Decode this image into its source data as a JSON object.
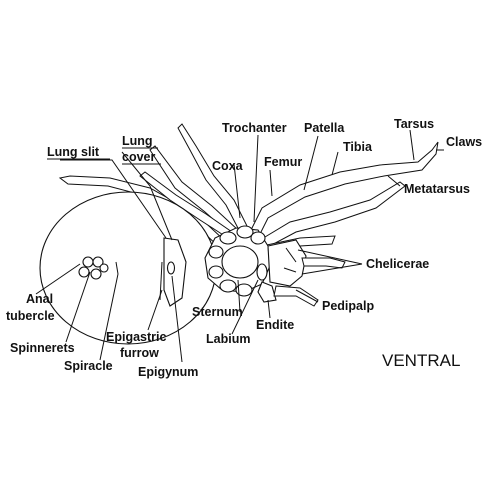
{
  "diagram": {
    "view_label": "VENTRAL",
    "labels": {
      "lung_slit": "Lung slit",
      "lung_cover_1": "Lung",
      "lung_cover_2": "cover",
      "trochanter": "Trochanter",
      "patella": "Patella",
      "tarsus": "Tarsus",
      "claws": "Claws",
      "tibia": "Tibia",
      "coxa": "Coxa",
      "femur": "Femur",
      "metatarsus": "Metatarsus",
      "chelicerae": "Chelicerae",
      "pedipalp": "Pedipalp",
      "endite": "Endite",
      "sternum": "Sternum",
      "labium": "Labium",
      "anal_tubercle_1": "Anal",
      "anal_tubercle_2": "tubercle",
      "spinnerets": "Spinnerets",
      "spiracle": "Spiracle",
      "epigastric_furrow_1": "Epigastric",
      "epigastric_furrow_2": "furrow",
      "epigynum": "Epigynum"
    }
  }
}
